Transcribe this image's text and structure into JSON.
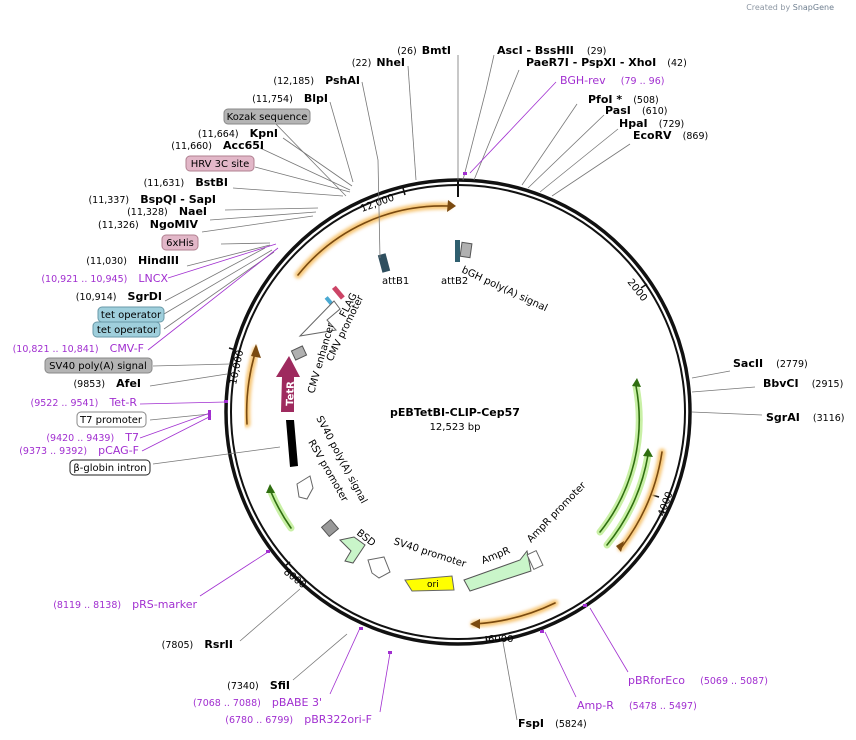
{
  "credit": {
    "prefix": "Created by",
    "brand": "SnapGene"
  },
  "plasmid": {
    "name": "pEBTetBI-CLIP-Cep57",
    "length": "12,523 bp"
  },
  "ticks": [
    "2000",
    "4000",
    "6000",
    "8000",
    "10,000",
    "12,000"
  ],
  "sites": [
    {
      "pos": "(26)",
      "name": "BmtI"
    },
    {
      "pos": "(22)",
      "name": "NheI"
    },
    {
      "pos": "(29)",
      "name": "AscI",
      "name2": "BssHII"
    },
    {
      "pos": "(42)",
      "name": "PaeR7I",
      "name2": "PspXI",
      "name3": "XhoI"
    },
    {
      "pos": "(508)",
      "name": "PfoI *"
    },
    {
      "pos": "(610)",
      "name": "PasI"
    },
    {
      "pos": "(729)",
      "name": "HpaI"
    },
    {
      "pos": "(869)",
      "name": "EcoRV"
    },
    {
      "pos": "(2779)",
      "name": "SacII"
    },
    {
      "pos": "(2915)",
      "name": "BbvCI"
    },
    {
      "pos": "(3116)",
      "name": "SgrAI"
    },
    {
      "pos": "(5824)",
      "name": "FspI"
    },
    {
      "pos": "(7340)",
      "name": "SfiI"
    },
    {
      "pos": "(7805)",
      "name": "RsrII"
    },
    {
      "pos": "(9853)",
      "name": "AfeI"
    },
    {
      "pos": "(10,914)",
      "name": "SgrDI"
    },
    {
      "pos": "(11,030)",
      "name": "HindIII"
    },
    {
      "pos": "(11,326)",
      "name": "NgoMIV"
    },
    {
      "pos": "(11,328)",
      "name": "NaeI"
    },
    {
      "pos": "(11,337)",
      "name": "BspQI",
      "name2": "SapI"
    },
    {
      "pos": "(11,631)",
      "name": "BstBI"
    },
    {
      "pos": "(11,660)",
      "name": "Acc65I"
    },
    {
      "pos": "(11,664)",
      "name": "KpnI"
    },
    {
      "pos": "(11,754)",
      "name": "BlpI"
    },
    {
      "pos": "(12,185)",
      "name": "PshAI"
    }
  ],
  "primers": [
    {
      "name": "BGH-rev",
      "pos": "(79 .. 96)"
    },
    {
      "name": "pBRforEco",
      "pos": "(5069 .. 5087)"
    },
    {
      "name": "Amp-R",
      "pos": "(5478 .. 5497)"
    },
    {
      "name": "pBR322ori-F",
      "pos": "(6780 .. 6799)"
    },
    {
      "name": "pBABE 3'",
      "pos": "(7068 .. 7088)"
    },
    {
      "name": "pRS-marker",
      "pos": "(8119 .. 8138)"
    },
    {
      "name": "pCAG-F",
      "pos": "(9373 .. 9392)"
    },
    {
      "name": "T7",
      "pos": "(9420 .. 9439)"
    },
    {
      "name": "Tet-R",
      "pos": "(9522 .. 9541)"
    },
    {
      "name": "CMV-F",
      "pos": "(10,821 .. 10,841)"
    },
    {
      "name": "LNCX",
      "pos": "(10,921 .. 10,945)"
    }
  ],
  "boxes": [
    {
      "label": "Kozak sequence",
      "color": "#b4b4b4"
    },
    {
      "label": "HRV 3C site",
      "color": "#e2b7c8"
    },
    {
      "label": "6xHis",
      "color": "#e2b7c8"
    },
    {
      "label": "tet operator",
      "color": "#9fcfdc"
    },
    {
      "label": "tet operator",
      "color": "#9fcfdc"
    },
    {
      "label": "SV40 poly(A) signal",
      "color": "#b4b4b4"
    },
    {
      "label": "T7 promoter",
      "color": "#ffffff"
    },
    {
      "label": "β-globin intron",
      "color": "#ffffff"
    }
  ],
  "features": {
    "attB1": "attB1",
    "attB2": "attB2",
    "bgh": "bGH poly(A) signal",
    "flag": "FLAG",
    "cmvp": "CMV promoter",
    "cmve": "CMV enhancer",
    "tetr": "TetR",
    "sv40pa": "SV40 poly(A) signal",
    "rsv": "RSV promoter",
    "bsd": "BSD",
    "sv40p": "SV40 promoter",
    "ori": "ori",
    "ampr": "AmpR",
    "amprp": "AmpR promoter"
  },
  "colors": {
    "primer": "#a12fd0",
    "ori": "#ffff00",
    "tetr": "#9e2a5e",
    "orf": "#f5a623",
    "green": "#6ccc2a"
  }
}
